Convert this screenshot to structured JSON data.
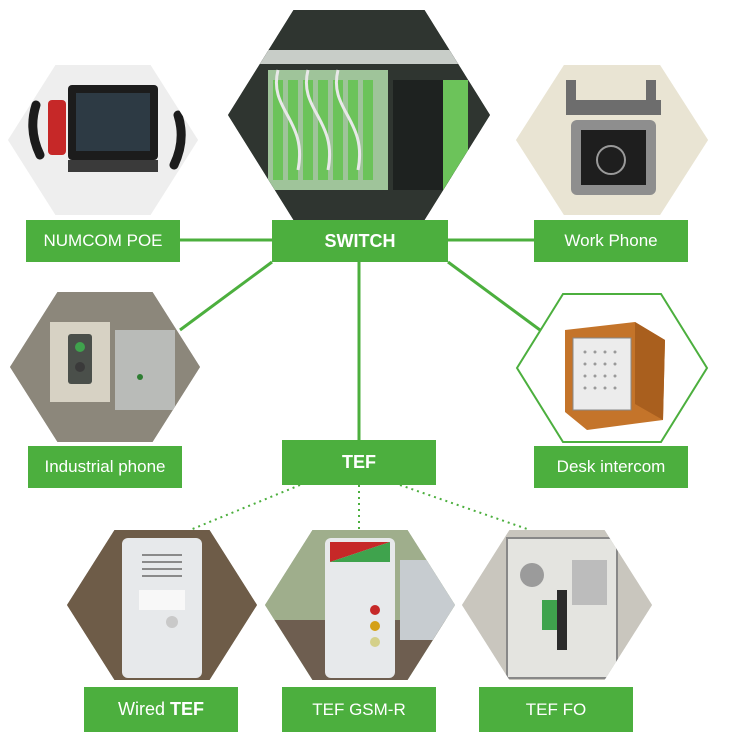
{
  "nodes": {
    "switch": "SWITCH",
    "tef": "TEF",
    "numcom": "NUMCOM POE",
    "work_phone": "Work Phone",
    "industrial_phone": "Industrial phone",
    "desk_intercom": "Desk intercom",
    "wired_tef_prefix": "Wired ",
    "wired_tef_suffix": "TEF",
    "tef_gsmr": "TEF GSM-R",
    "tef_fo": "TEF FO"
  },
  "colors": {
    "accent": "#4caf3e",
    "line": "#4caf3e",
    "label_text": "#ffffff"
  },
  "edges": [
    {
      "from": "switch",
      "to": "numcom",
      "style": "solid"
    },
    {
      "from": "switch",
      "to": "work_phone",
      "style": "solid"
    },
    {
      "from": "switch",
      "to": "industrial_phone",
      "style": "solid"
    },
    {
      "from": "switch",
      "to": "desk_intercom",
      "style": "solid"
    },
    {
      "from": "switch",
      "to": "tef",
      "style": "solid"
    },
    {
      "from": "tef",
      "to": "wired_tef",
      "style": "dotted"
    },
    {
      "from": "tef",
      "to": "tef_gsmr",
      "style": "dotted"
    },
    {
      "from": "tef",
      "to": "tef_fo",
      "style": "dotted"
    }
  ]
}
